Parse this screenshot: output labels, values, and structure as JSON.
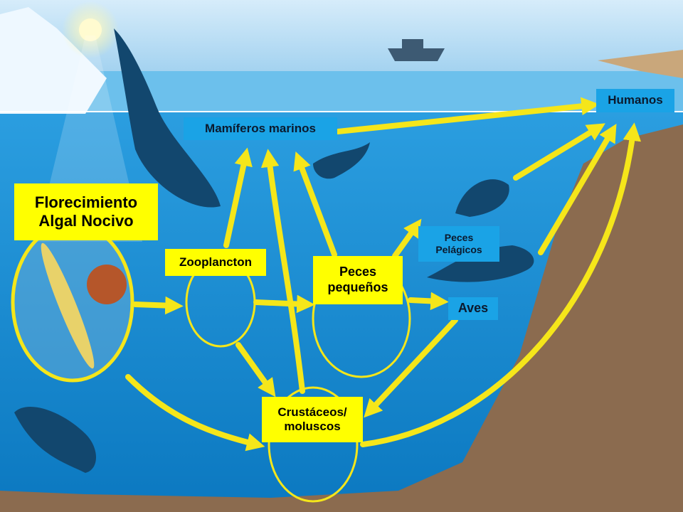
{
  "colors": {
    "arrow": "#f5e61a",
    "sky": "#bfe1f6",
    "water": "#1a8ed4",
    "seabed": "#8b6b4f",
    "label_blue": "#1aa3e6",
    "label_yellow": "#ffff00"
  },
  "labels": {
    "humanos": "Humanos",
    "mamiferos": "Mamíferos marinos",
    "florecimiento": "Florecimiento Algal Nocivo",
    "zooplancton": "Zooplancton",
    "peces_pequenos": "Peces pequeños",
    "peces_pelagicos": "Peces Pelágicos",
    "aves": "Aves",
    "crustaceos": "Crustáceos/ moluscos"
  }
}
